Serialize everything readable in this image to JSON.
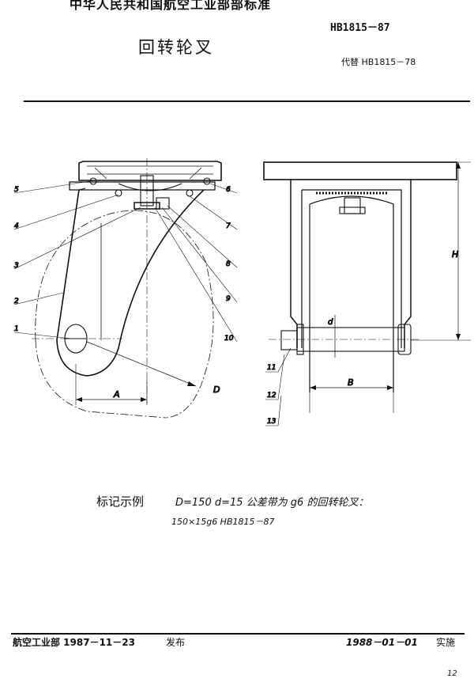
{
  "header": {
    "org_line": "中华人民共和国航空工业部部标准",
    "standard_no": "HB1815－87",
    "title": "回转轮叉",
    "replaces": "代替 HB1815－78"
  },
  "drawing": {
    "callouts": [
      "1",
      "2",
      "3",
      "4",
      "5",
      "6",
      "7",
      "8",
      "9",
      "10",
      "11",
      "12",
      "13"
    ],
    "dims": {
      "A": "A",
      "D": "D",
      "B": "B",
      "H": "H",
      "d": "d"
    }
  },
  "marking": {
    "label": "标记示例",
    "description": "D=150   d=15 公差带为 g6 的回转轮叉：",
    "code": "150×15g6   HB1815－87"
  },
  "footer": {
    "issued_by": "航空工业部 1987－11－23",
    "issue_word": "发布",
    "effective_date": "1988－01－01",
    "effective_word": "实施",
    "page": "12"
  }
}
